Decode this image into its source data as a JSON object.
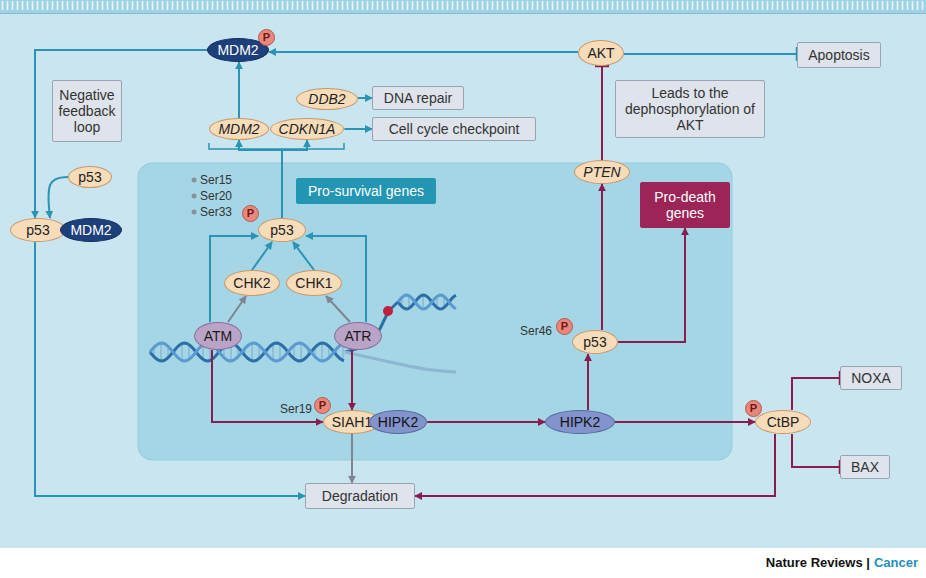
{
  "diagram": {
    "nodes": [
      {
        "text": [
          "MDM2"
        ]
      },
      {
        "text": [
          "AKT"
        ]
      },
      {
        "text": [
          "Apoptosis"
        ]
      },
      {
        "text": [
          "Negative feedback loop"
        ]
      },
      {
        "text": [
          "DDB2"
        ]
      },
      {
        "text": [
          "DNA repair"
        ]
      },
      {
        "text": [
          "MDM2"
        ]
      },
      {
        "text": [
          "CDKN1A"
        ]
      },
      {
        "text": [
          "Cell cycle checkpoint"
        ]
      },
      {
        "text": [
          "Leads to the dephosphorylation of AKT"
        ]
      },
      {
        "text": [
          "p53"
        ]
      },
      {
        "text": [
          "p53"
        ]
      },
      {
        "text": [
          "MDM2"
        ]
      },
      {
        "text": [
          "Pro-survival genes"
        ]
      },
      {
        "text": [
          "p53"
        ]
      },
      {
        "text": [
          "CHK2"
        ]
      },
      {
        "text": [
          "CHK1"
        ]
      },
      {
        "text": [
          "ATM"
        ]
      },
      {
        "text": [
          "ATR"
        ]
      },
      {
        "text": [
          "PTEN"
        ]
      },
      {
        "text": [
          "Pro-death genes"
        ]
      },
      {
        "text": [
          "p53"
        ]
      },
      {
        "text": [
          "SIAH1"
        ]
      },
      {
        "text": [
          "HIPK2"
        ]
      },
      {
        "text": [
          "HIPK2"
        ]
      },
      {
        "text": [
          "CtBP"
        ]
      },
      {
        "text": [
          "NOXA"
        ]
      },
      {
        "text": [
          "BAX"
        ]
      },
      {
        "text": [
          "Degradation"
        ]
      }
    ],
    "edges": [
      {
        "from": 1,
        "to": 0,
        "arrow": "to"
      },
      {
        "from": 1,
        "to": 2,
        "arrow": "to"
      },
      {
        "from": 0,
        "to": 11,
        "arrow": "to"
      },
      {
        "from": 10,
        "to": 11,
        "arrow": "to"
      },
      {
        "from": 6,
        "to": 0,
        "arrow": "to"
      },
      {
        "from": 4,
        "to": 5,
        "arrow": "to"
      },
      {
        "from": 7,
        "to": 8,
        "arrow": "to"
      },
      {
        "from": 14,
        "to": 6,
        "arrow": "to"
      },
      {
        "from": 14,
        "to": 7,
        "arrow": "to"
      },
      {
        "from": 17,
        "to": 15,
        "arrow": "to"
      },
      {
        "from": 17,
        "to": 14,
        "arrow": "to"
      },
      {
        "from": 15,
        "to": 14,
        "arrow": "to"
      },
      {
        "from": 16,
        "to": 14,
        "arrow": "to"
      },
      {
        "from": 18,
        "to": 16,
        "arrow": "to"
      },
      {
        "from": 18,
        "to": 14,
        "arrow": "to"
      },
      {
        "from": 17,
        "to": 22,
        "arrow": "to"
      },
      {
        "from": 18,
        "to": 22,
        "arrow": "to"
      },
      {
        "from": 22,
        "to": 28,
        "arrow": "to"
      },
      {
        "from": 23,
        "to": 24,
        "arrow": "to"
      },
      {
        "from": 24,
        "to": 21,
        "arrow": "to"
      },
      {
        "from": 21,
        "to": 19,
        "arrow": "to"
      },
      {
        "from": 21,
        "to": 20,
        "arrow": "to"
      },
      {
        "from": 19,
        "to": 1,
        "arrow": "to"
      },
      {
        "from": 24,
        "to": 25,
        "arrow": "to"
      },
      {
        "from": 25,
        "to": 26,
        "arrow": "to"
      },
      {
        "from": 25,
        "to": 27,
        "arrow": "to"
      },
      {
        "from": 25,
        "to": 28,
        "arrow": "to"
      },
      {
        "from": 11,
        "to": 28,
        "arrow": "to"
      }
    ],
    "labels": [
      "P",
      "Ser15",
      "Ser20",
      "Ser33",
      "P",
      "Ser46",
      "P",
      "Ser19",
      "P",
      "P",
      "Nature Reviews |",
      "Cancer"
    ]
  }
}
